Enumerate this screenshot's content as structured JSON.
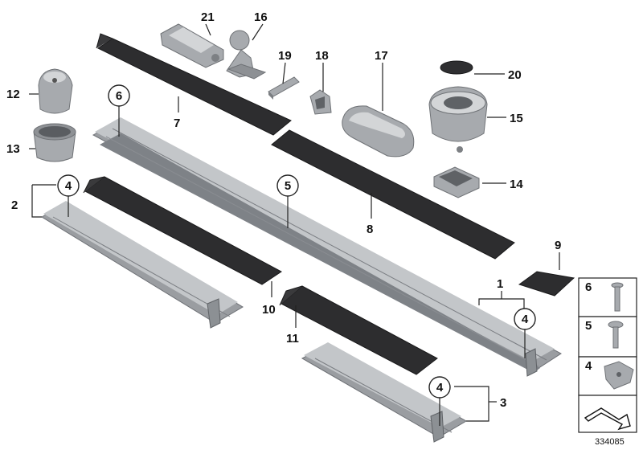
{
  "labels": {
    "p1": "1",
    "p2": "2",
    "p3": "3",
    "p4a": "4",
    "p4b": "4",
    "p4c": "4",
    "p5": "5",
    "p6": "6",
    "p7": "7",
    "p8": "8",
    "p9": "9",
    "p10": "10",
    "p11": "11",
    "p12": "12",
    "p13": "13",
    "p14": "14",
    "p15": "15",
    "p16": "16",
    "p17": "17",
    "p18": "18",
    "p19": "19",
    "p20": "20",
    "p21": "21"
  },
  "legend": {
    "item6": "6",
    "item5": "5",
    "item4": "4"
  },
  "diagram_number": "334085"
}
